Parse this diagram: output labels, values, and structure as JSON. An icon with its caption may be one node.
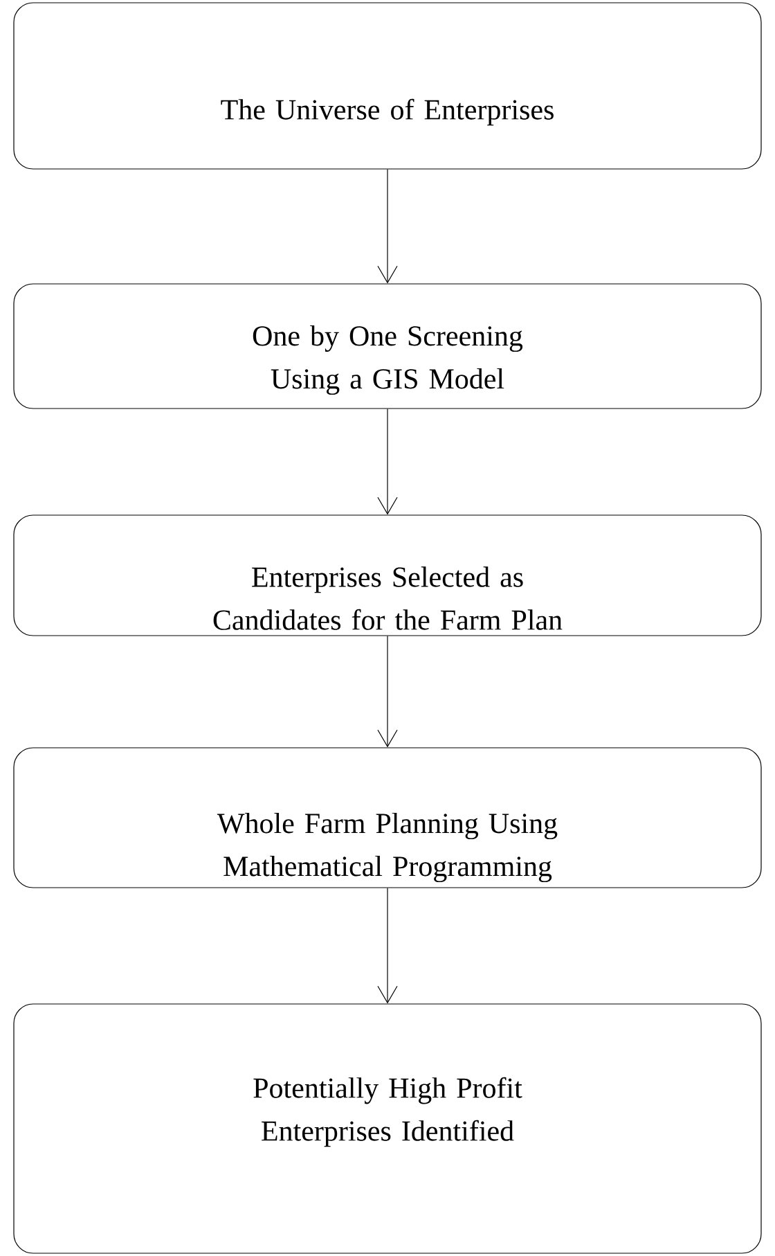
{
  "diagram": {
    "nodes": [
      {
        "text": [
          "The Universe of Enterprises"
        ]
      },
      {
        "text": [
          "One by One Screening Using a GIS Model"
        ]
      },
      {
        "text": [
          "Enterprises Selected as Candidates for the Farm Plan"
        ]
      },
      {
        "text": [
          "Whole Farm Planning Using Mathematical Programming"
        ]
      },
      {
        "text": [
          "Potentially High Profit Enterprises Identified"
        ]
      }
    ],
    "edges": [
      {
        "from": 0,
        "to": 1,
        "arrow": "to"
      },
      {
        "from": 1,
        "to": 2,
        "arrow": "to"
      },
      {
        "from": 2,
        "to": 3,
        "arrow": "to"
      },
      {
        "from": 3,
        "to": 4,
        "arrow": "to"
      }
    ]
  }
}
